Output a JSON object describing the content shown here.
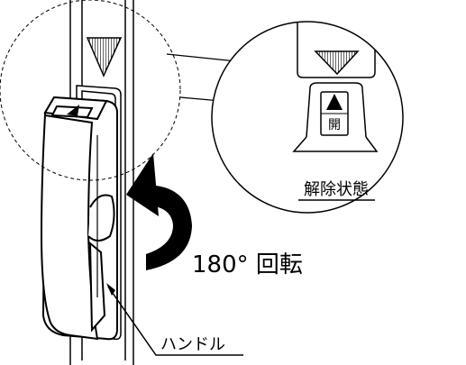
{
  "labels": {
    "open_char": "開",
    "release_state": "解除状態",
    "rotation": "180° 回転",
    "handle": "ハンドル"
  },
  "colors": {
    "line": "#000000",
    "fill": "#ffffff",
    "arrow": "#000000"
  },
  "icons": {
    "down_triangle": "hatched-down-triangle-icon",
    "up_triangle": "up-triangle-icon",
    "rotate_arrow": "rotate-arrow-icon"
  }
}
